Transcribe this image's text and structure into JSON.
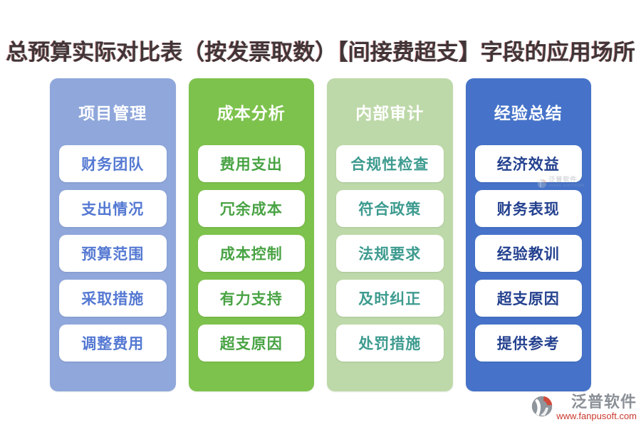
{
  "title": "总预算实际对比表（按发票取数）【间接费超支】字段的应用场所",
  "title_color": "#423437",
  "columns": [
    {
      "header": "项目管理",
      "bg": "#8fa7db",
      "text_color": "#5478d2",
      "items": [
        "财务团队",
        "支出情况",
        "预算范围",
        "采取措施",
        "调整费用"
      ]
    },
    {
      "header": "成本分析",
      "bg": "#7dc24d",
      "text_color": "#49a344",
      "items": [
        "费用支出",
        "冗余成本",
        "成本控制",
        "有力支持",
        "超支原因"
      ]
    },
    {
      "header": "内部审计",
      "bg": "#bed9a9",
      "text_color": "#3d9b8f",
      "items": [
        "合规性检查",
        "符合政策",
        "法规要求",
        "及时纠正",
        "处罚措施"
      ]
    },
    {
      "header": "经验总结",
      "bg": "#4673c9",
      "text_color": "#24418f",
      "items": [
        "经济效益",
        "财务表现",
        "经验教训",
        "超支原因",
        "提供参考"
      ]
    }
  ],
  "watermark": {
    "brand": "泛普软件",
    "sub": "FANPU SOFTWARE"
  },
  "footer": {
    "brand": "泛普软件",
    "website": "www.fanpusoft.com",
    "brand_color": "#8b9097",
    "website_color": "#cb3a2f",
    "logo_icon": "fanpu-logo"
  }
}
